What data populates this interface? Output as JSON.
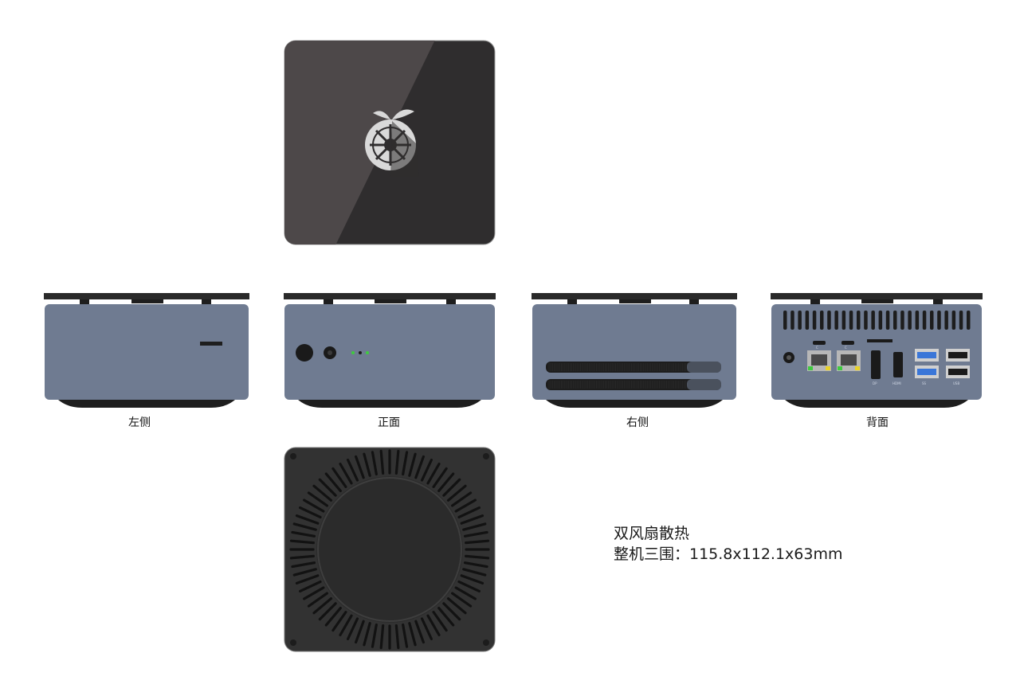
{
  "views": {
    "top": {
      "logo_icon": "fruit-wheel-logo"
    },
    "left": {
      "label": "左侧"
    },
    "front": {
      "label": "正面"
    },
    "right": {
      "label": "右侧"
    },
    "back": {
      "label": "背面",
      "port_labels": {
        "usb_c_1": "C",
        "usb_c_2": "C",
        "dp": "DP",
        "hdmi": "HDMI",
        "usb3_a": "SS",
        "usb2": "USB"
      }
    },
    "bottom": {}
  },
  "specs": {
    "line1": "双风扇散热",
    "line2": "整机三围：115.8x112.1x63mm"
  },
  "colors": {
    "body_blue_gray": "#6f7b91",
    "top_dark": "#2d2b2c",
    "base_black": "#1e1e1e",
    "usb3_blue": "#3a76d8",
    "led_green": "#3ecb3e",
    "led_yellow": "#e8d22a"
  }
}
